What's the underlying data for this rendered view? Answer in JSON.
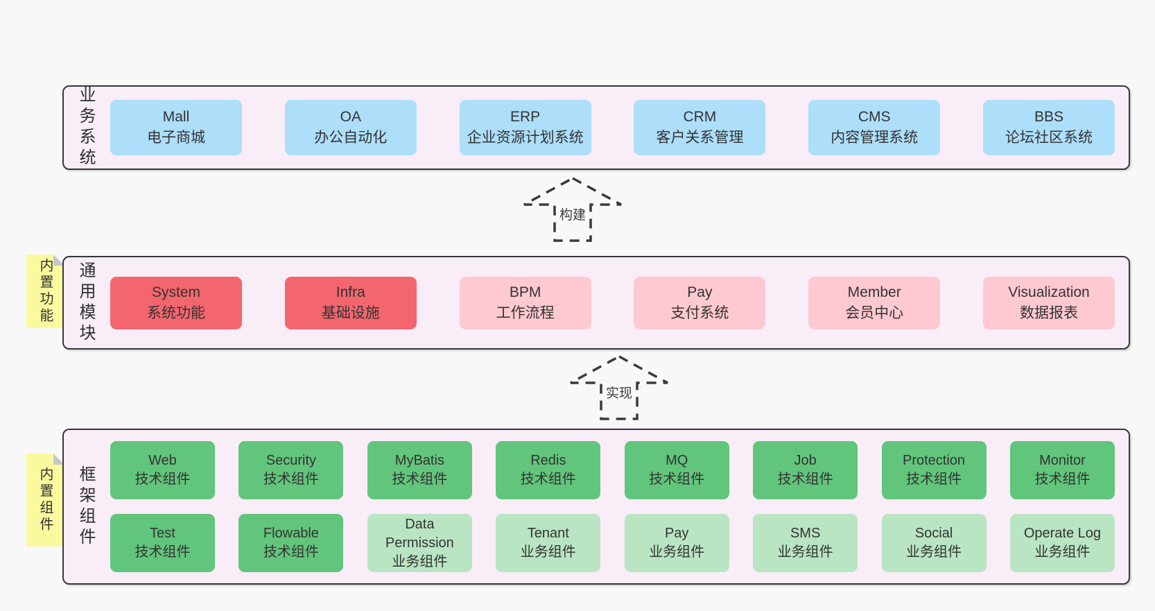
{
  "arrows": [
    {
      "label": "构建"
    },
    {
      "label": "实现"
    }
  ],
  "layers": {
    "business": {
      "label": "业务系统",
      "boxes": [
        {
          "name": "Mall",
          "subtitle": "电子商城"
        },
        {
          "name": "OA",
          "subtitle": "办公自动化"
        },
        {
          "name": "ERP",
          "subtitle": "企业资源计划系统"
        },
        {
          "name": "CRM",
          "subtitle": "客户关系管理"
        },
        {
          "name": "CMS",
          "subtitle": "内容管理系统"
        },
        {
          "name": "BBS",
          "subtitle": "论坛社区系统"
        }
      ]
    },
    "modules": {
      "label": "通用模块",
      "sticky": "内置功能",
      "boxes": [
        {
          "name": "System",
          "subtitle": "系统功能"
        },
        {
          "name": "Infra",
          "subtitle": "基础设施"
        },
        {
          "name": "BPM",
          "subtitle": "工作流程"
        },
        {
          "name": "Pay",
          "subtitle": "支付系统"
        },
        {
          "name": "Member",
          "subtitle": "会员中心"
        },
        {
          "name": "Visualization",
          "subtitle": "数据报表"
        }
      ]
    },
    "framework": {
      "label": "框架组件",
      "sticky": "内置组件",
      "row1": [
        {
          "name": "Web",
          "subtitle": "技术组件"
        },
        {
          "name": "Security",
          "subtitle": "技术组件"
        },
        {
          "name": "MyBatis",
          "subtitle": "技术组件"
        },
        {
          "name": "Redis",
          "subtitle": "技术组件"
        },
        {
          "name": "MQ",
          "subtitle": "技术组件"
        },
        {
          "name": "Job",
          "subtitle": "技术组件"
        },
        {
          "name": "Protection",
          "subtitle": "技术组件"
        },
        {
          "name": "Monitor",
          "subtitle": "技术组件"
        }
      ],
      "row2": [
        {
          "name": "Test",
          "subtitle": "技术组件"
        },
        {
          "name": "Flowable",
          "subtitle": "技术组件"
        },
        {
          "name": "Data Permission",
          "subtitle": "业务组件"
        },
        {
          "name": "Tenant",
          "subtitle": "业务组件"
        },
        {
          "name": "Pay",
          "subtitle": "业务组件"
        },
        {
          "name": "SMS",
          "subtitle": "业务组件"
        },
        {
          "name": "Social",
          "subtitle": "业务组件"
        },
        {
          "name": "Operate Log",
          "subtitle": "业务组件"
        }
      ]
    }
  },
  "colors": {
    "page_bg": "#f8f8f8",
    "layer_bg": "#f9edf8",
    "layer_border": "#36363d",
    "box_blue": "#addefa",
    "box_red": "#f4666e",
    "box_pink": "#fec9d1",
    "box_green": "#62c57c",
    "box_light_green": "#b9e5c2",
    "sticky_yellow": "#fbf99e",
    "sticky_fold_gray": "#c6c6ca",
    "text_dark": "#333333"
  }
}
